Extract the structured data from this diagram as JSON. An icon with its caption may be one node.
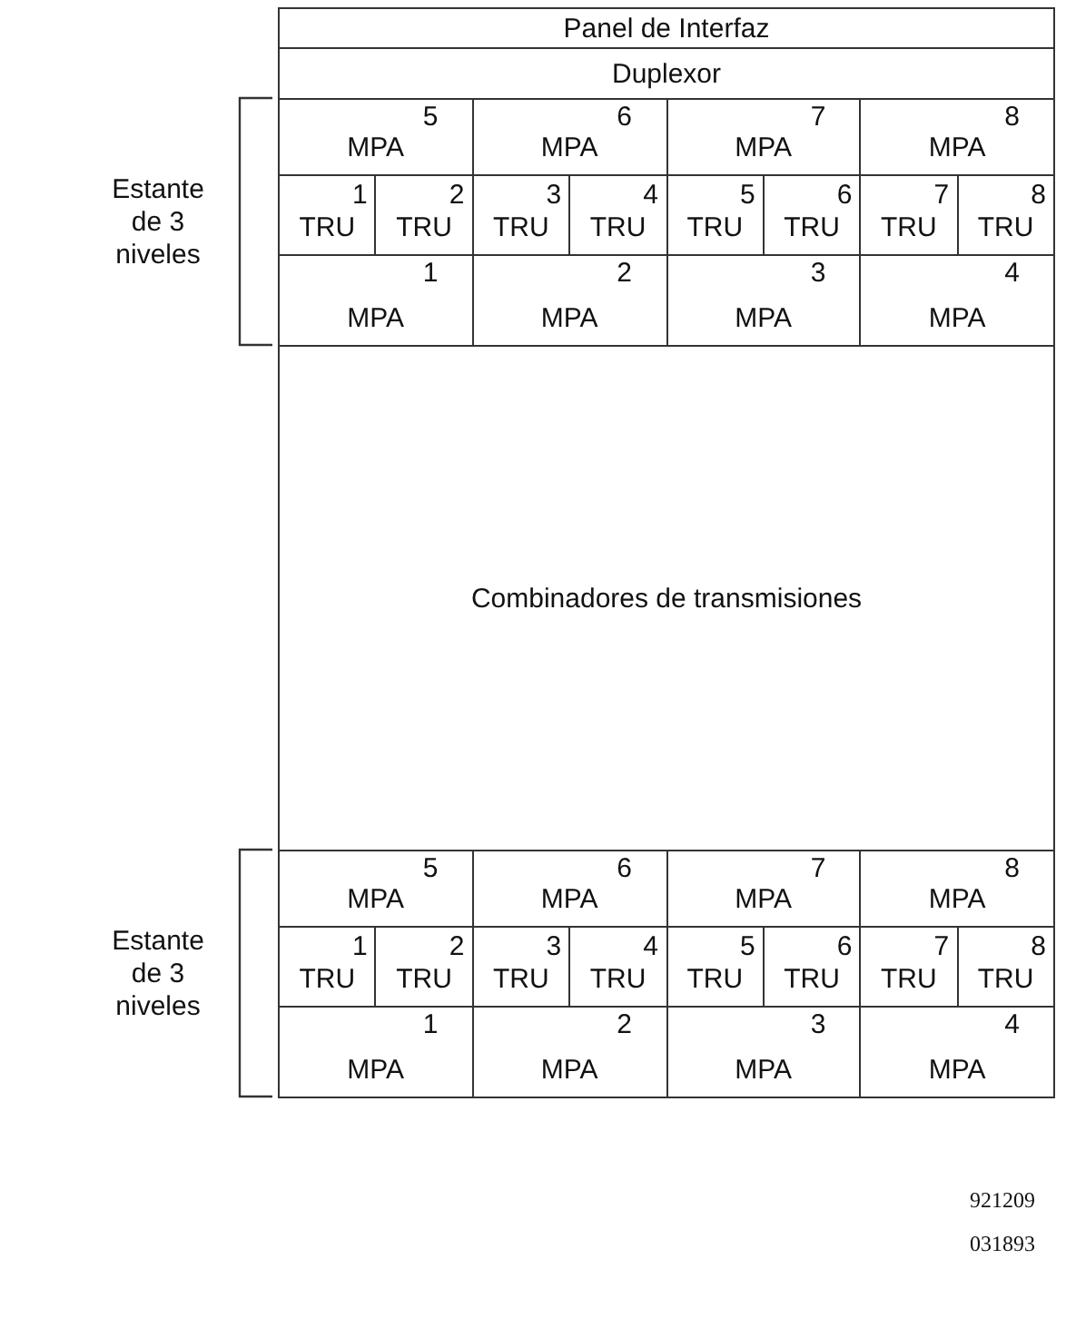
{
  "diagram": {
    "nodes": [
      {
        "text": [
          "Panel de Interfaz"
        ]
      },
      {
        "text": [
          "Duplexor"
        ]
      },
      {
        "text": [
          "MPA",
          "5"
        ]
      },
      {
        "text": [
          "MPA",
          "6"
        ]
      },
      {
        "text": [
          "MPA",
          "7"
        ]
      },
      {
        "text": [
          "MPA",
          "8"
        ]
      },
      {
        "text": [
          "1",
          "TRU"
        ]
      },
      {
        "text": [
          "2",
          "TRU"
        ]
      },
      {
        "text": [
          "3",
          "TRU"
        ]
      },
      {
        "text": [
          "4",
          "TRU"
        ]
      },
      {
        "text": [
          "5",
          "TRU"
        ]
      },
      {
        "text": [
          "6",
          "TRU"
        ]
      },
      {
        "text": [
          "7",
          "TRU"
        ]
      },
      {
        "text": [
          "8",
          "TRU"
        ]
      },
      {
        "text": [
          "MPA",
          "1"
        ]
      },
      {
        "text": [
          "MPA",
          "2"
        ]
      },
      {
        "text": [
          "MPA",
          "3"
        ]
      },
      {
        "text": [
          "MPA",
          "4"
        ]
      },
      {
        "text": [
          "Combinadores de transmisiones"
        ]
      },
      {
        "text": [
          "MPA",
          "5"
        ]
      },
      {
        "text": [
          "MPA",
          "6"
        ]
      },
      {
        "text": [
          "MPA",
          "7"
        ]
      },
      {
        "text": [
          "MPA",
          "8"
        ]
      },
      {
        "text": [
          "1",
          "TRU"
        ]
      },
      {
        "text": [
          "2",
          "TRU"
        ]
      },
      {
        "text": [
          "3",
          "TRU"
        ]
      },
      {
        "text": [
          "4",
          "TRU"
        ]
      },
      {
        "text": [
          "5",
          "TRU"
        ]
      },
      {
        "text": [
          "6",
          "TRU"
        ]
      },
      {
        "text": [
          "7",
          "TRU"
        ]
      },
      {
        "text": [
          "8",
          "TRU"
        ]
      },
      {
        "text": [
          "MPA",
          "1"
        ]
      },
      {
        "text": [
          "MPA",
          "2"
        ]
      },
      {
        "text": [
          "MPA",
          "3"
        ]
      },
      {
        "text": [
          "MPA",
          "4"
        ]
      }
    ],
    "labels": [
      "Estante de 3 niveles",
      "Estante de 3 niveles",
      "921209",
      "031893"
    ]
  }
}
